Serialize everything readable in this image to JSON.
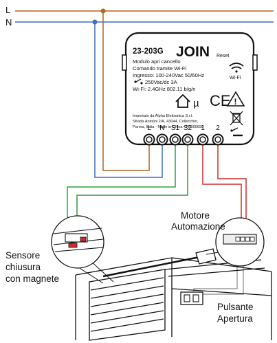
{
  "lines": {
    "l_label": "L",
    "n_label": "N"
  },
  "device": {
    "model": "23-203G",
    "brand": "JOIN",
    "reset_label": "Reset",
    "wifi_label": "Wi-Fi",
    "spec_lines": [
      "Modulo apri cancello",
      "Comando tramite Wi-Fi",
      "Ingresso: 100-240Vac 50/60Hz",
      "250Vac/dc 3A",
      "Wi-Fi: 2.4GHz 802.11 b/g/n"
    ],
    "importer_lines": [
      "Importato da Alpha Elettronica S.r.l.",
      "Strada Antolini 2/A, 43044, Collecchio,",
      "Parma, Italia - Made in China - FE000693"
    ],
    "terminals": [
      "L",
      "N",
      "S1",
      "S2",
      "1",
      "2"
    ],
    "ce_mark": "CE",
    "mu_symbol": "µ"
  },
  "callouts": {
    "motor": [
      "Motore",
      "Automazione"
    ],
    "sensor": [
      "Sensore",
      "chiusura",
      "con magnete"
    ],
    "button": [
      "Pulsante",
      "Apertura"
    ]
  },
  "colors": {
    "live": "#b5651d",
    "neutral": "#3a6fc4",
    "sensor": "#2e9e3e",
    "relay": "#d42a2a",
    "gray": "#9a9a9a",
    "device_border": "#111111"
  }
}
